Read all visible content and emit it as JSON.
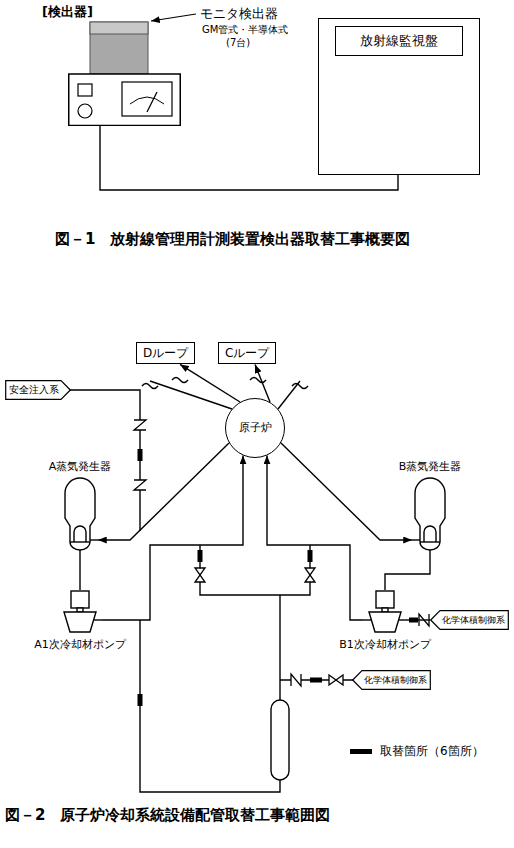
{
  "diagram": {
    "nodes": [
      {
        "text": [
          "[検出器]"
        ]
      },
      {
        "text": [
          "放射線監視盤"
        ]
      },
      {
        "text": [
          "Dループ"
        ]
      },
      {
        "text": [
          "Cループ"
        ]
      },
      {
        "text": [
          "安全注入系"
        ]
      },
      {
        "text": [
          "原子炉"
        ]
      },
      {
        "text": [
          "A蒸気発生器"
        ]
      },
      {
        "text": [
          "B蒸気発生器"
        ]
      },
      {
        "text": [
          "A1次冷却材ポンプ"
        ]
      },
      {
        "text": [
          "B1次冷却材ポンプ"
        ]
      },
      {
        "text": [
          "化学体積制御系"
        ]
      },
      {
        "text": [
          "化学体積制御系"
        ]
      }
    ],
    "edges": [
      {
        "from": 0,
        "to": 1,
        "arrow": "none"
      },
      {
        "from": 5,
        "to": 2,
        "arrow": "to"
      },
      {
        "from": 5,
        "to": 3,
        "arrow": "to"
      },
      {
        "from": 5,
        "to": 6,
        "arrow": "to"
      },
      {
        "from": 5,
        "to": 7,
        "arrow": "to"
      },
      {
        "from": 6,
        "to": 8,
        "arrow": "none"
      },
      {
        "from": 7,
        "to": 9,
        "arrow": "none"
      },
      {
        "from": 8,
        "to": 5,
        "arrow": "to"
      },
      {
        "from": 9,
        "to": 5,
        "arrow": "to"
      },
      {
        "from": 10,
        "to": 9,
        "arrow": "none"
      }
    ],
    "labels": [
      "モニタ検出器",
      "GM管式・半導体式",
      "(7台)",
      "図－1　放射線管理用計測装置検出器取替工事概要図",
      "図－2　原子炉冷却系統設備配管取替工事範囲図"
    ],
    "legend": [
      {
        "text": "取替箇所（6箇所）"
      }
    ]
  }
}
